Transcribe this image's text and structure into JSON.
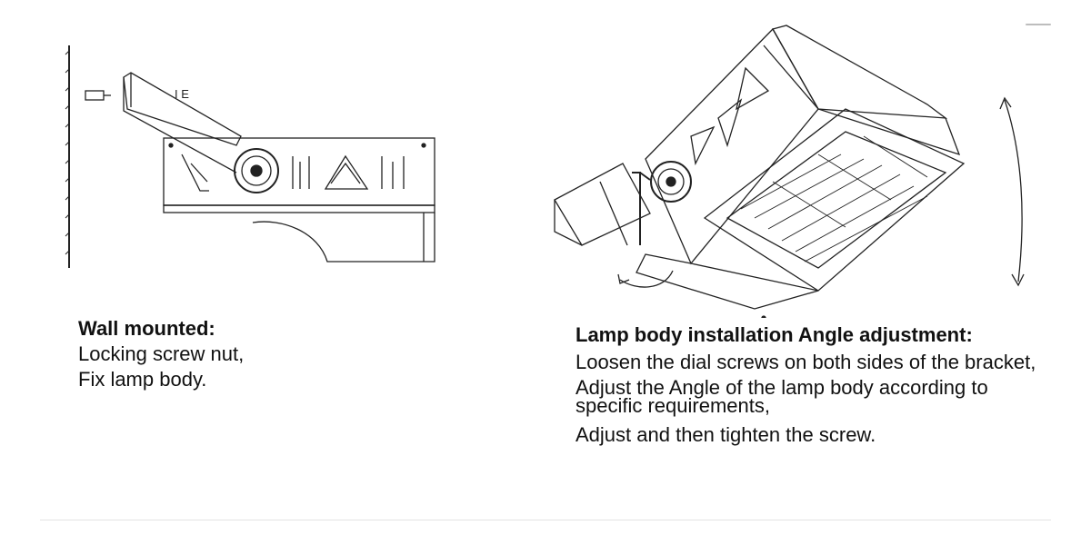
{
  "left": {
    "title": "Wall mounted:",
    "lines": [
      "Locking screw nut,",
      "Fix lamp body."
    ]
  },
  "right": {
    "title": "Lamp body installation Angle adjustment:",
    "lines": [
      "Loosen the dial screws on both sides of the bracket,",
      "Adjust the Angle of the lamp body according to specific requirements,",
      "Adjust and then tighten the screw."
    ]
  },
  "diagram_left": {
    "label": "I E"
  }
}
